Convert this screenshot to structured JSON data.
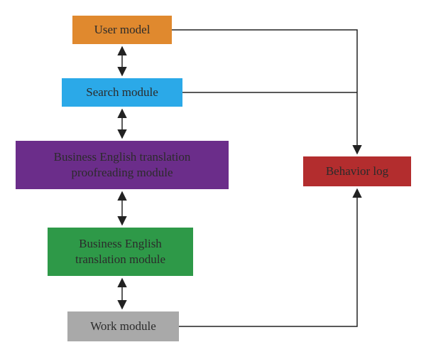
{
  "nodes": {
    "user_model": {
      "label": "User model",
      "color": "#E0892E"
    },
    "search_module": {
      "label": "Search module",
      "color": "#2BA9E8"
    },
    "proofreading_module": {
      "label": "Business English translation\nproofreading module",
      "color": "#6B2D8A"
    },
    "translation_module": {
      "label": "Business English\ntranslation module",
      "color": "#2E9948"
    },
    "work_module": {
      "label": "Work module",
      "color": "#A9A9A9"
    },
    "behavior_log": {
      "label": "Behavior log",
      "color": "#B32D2E"
    }
  },
  "edges": [
    {
      "from": "user_model",
      "to": "search_module",
      "direction": "both"
    },
    {
      "from": "search_module",
      "to": "proofreading_module",
      "direction": "both"
    },
    {
      "from": "proofreading_module",
      "to": "translation_module",
      "direction": "both"
    },
    {
      "from": "translation_module",
      "to": "work_module",
      "direction": "both"
    },
    {
      "from": "user_model",
      "to": "behavior_log",
      "direction": "forward"
    },
    {
      "from": "search_module",
      "to": "behavior_log",
      "direction": "forward"
    },
    {
      "from": "work_module",
      "to": "behavior_log",
      "direction": "forward"
    }
  ],
  "line_color": "#222222"
}
